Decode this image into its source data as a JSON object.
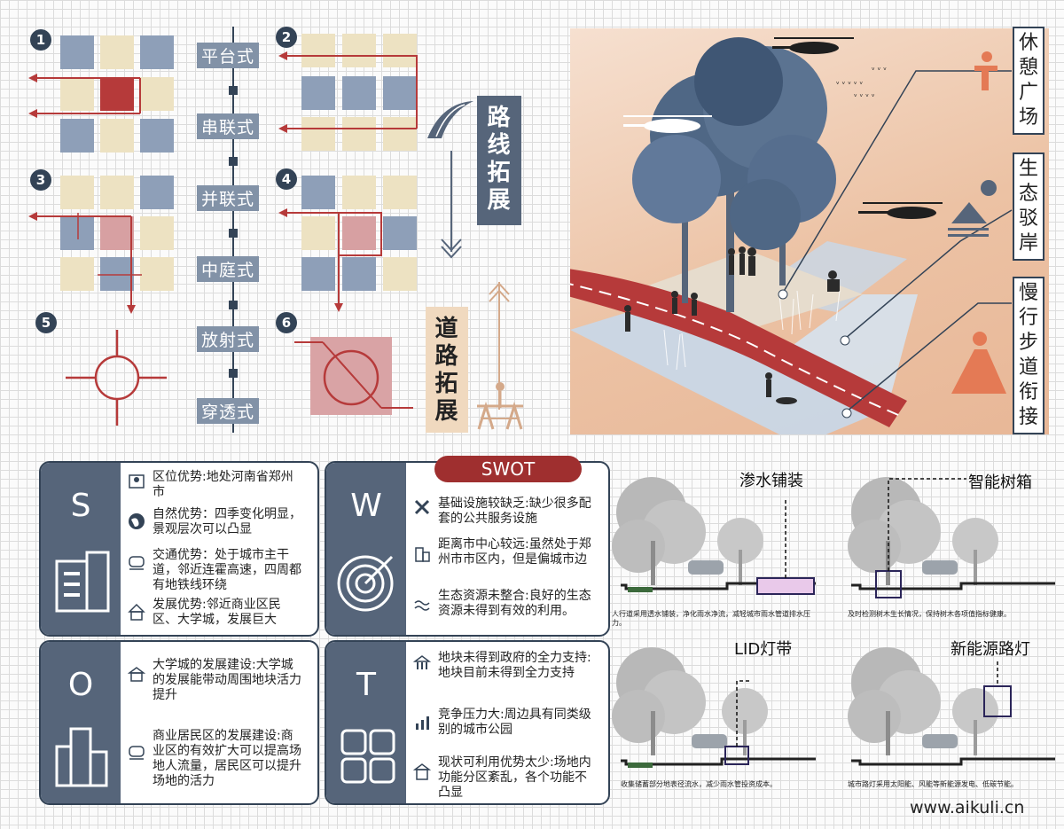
{
  "routes": {
    "numbers": [
      "1",
      "2",
      "3",
      "4",
      "5",
      "6"
    ],
    "types": [
      "平台式",
      "串联式",
      "并联式",
      "中庭式",
      "放射式",
      "穿透式"
    ],
    "route_expand": "路线拓展",
    "road_expand": "道路拓展"
  },
  "scene": {
    "callouts": [
      "休憩广场",
      "生态驳岸",
      "慢行步道衔接"
    ]
  },
  "swot": {
    "title": "SWOT",
    "S": {
      "letter": "S",
      "items": [
        "区位优势:地处河南省郑州市",
        "自然优势：四季变化明显，景观层次可以凸显",
        "交通优势：处于城市主干道，邻近连霍高速，四周都有地铁线环绕",
        "发展优势:邻近商业区民区、大学城，发展巨大"
      ]
    },
    "W": {
      "letter": "W",
      "items": [
        "基础设施较缺乏:缺少很多配套的公共服务设施",
        "距离市中心较远:虽然处于郑州市市区内，但是偏城市边",
        "生态资源未整合:良好的生态资源未得到有效的利用。"
      ]
    },
    "O": {
      "letter": "O",
      "items": [
        "大学城的发展建设:大学城的发展能带动周围地块活力提升",
        "商业居民区的发展建设:商业区的有效扩大可以提高场地人流量，居民区可以提升场地的活力"
      ]
    },
    "T": {
      "letter": "T",
      "items": [
        "地块未得到政府的全力支持:地块目前未得到全力支持",
        "竞争压力大:周边具有同类级别的城市公园",
        "现状可利用优势太少:场地内功能分区紊乱，各个功能不凸显"
      ]
    }
  },
  "sections": [
    {
      "title": "渗水铺装",
      "caption": "人行道采用透水铺装，净化雨水净流，减轻城市雨水管道排水压力。"
    },
    {
      "title": "智能树箱",
      "caption": "及时检测树木生长情况，保持树木各项值指标健康。"
    },
    {
      "title": "LID灯带",
      "caption": "收集储蓄部分地表径流水，减少雨水管投资成本。"
    },
    {
      "title": "新能源路灯",
      "caption": "城市路灯采用太阳能、风能等新能源发电、低碳节能。"
    }
  ],
  "watermark": "www.aikuli.cn",
  "colors": {
    "navy": "#334356",
    "blue": "#8e9fb8",
    "cream": "#ede2c2",
    "red": "#b63a3a",
    "peach": "#f0d2bd"
  }
}
